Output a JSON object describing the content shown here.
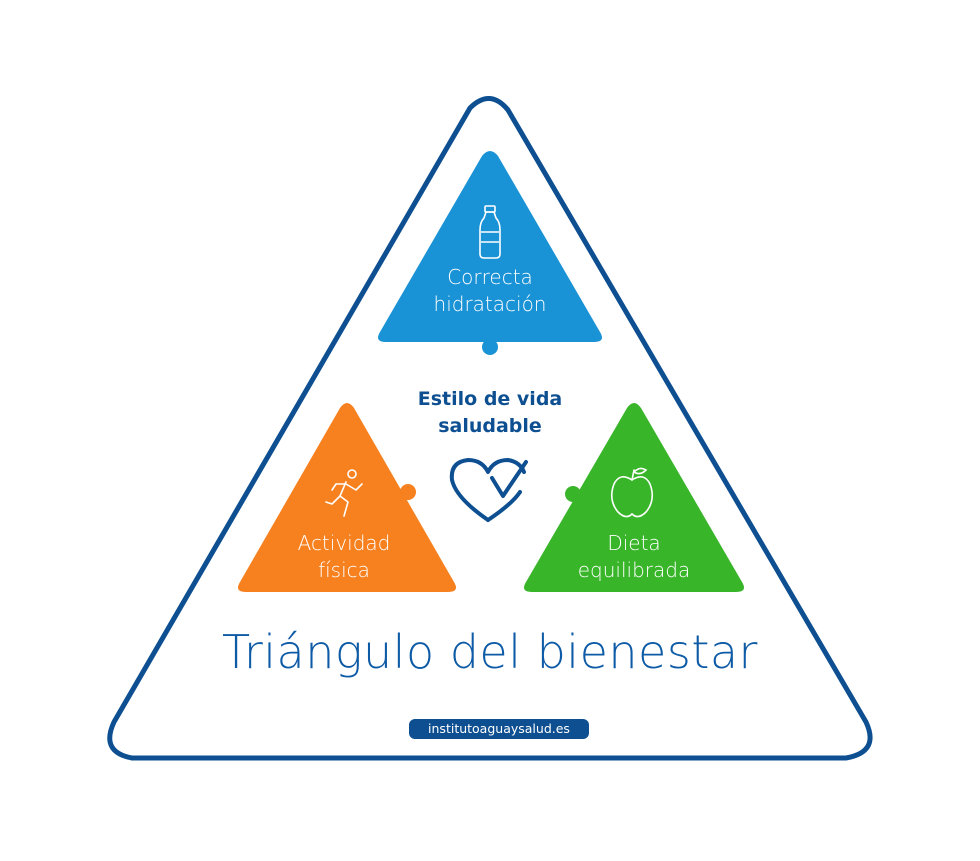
{
  "diagram": {
    "colors": {
      "outline": "#0d4f91",
      "hydration": "#1a92d6",
      "activity": "#f7801f",
      "diet": "#39b52a",
      "title": "#0d5aa6"
    },
    "hydration": {
      "icon": "bottle-icon",
      "line1": "Correcta",
      "line2": "hidratación"
    },
    "activity": {
      "icon": "runner-icon",
      "line1": "Actividad",
      "line2": "física"
    },
    "diet": {
      "icon": "apple-icon",
      "line1": "Dieta",
      "line2": "equilibrada"
    },
    "center": {
      "icon": "heart-check-icon",
      "line1": "Estilo de vida",
      "line2": "saludable"
    },
    "title": "Triángulo del bienestar",
    "url": "institutoaguaysalud.es"
  }
}
